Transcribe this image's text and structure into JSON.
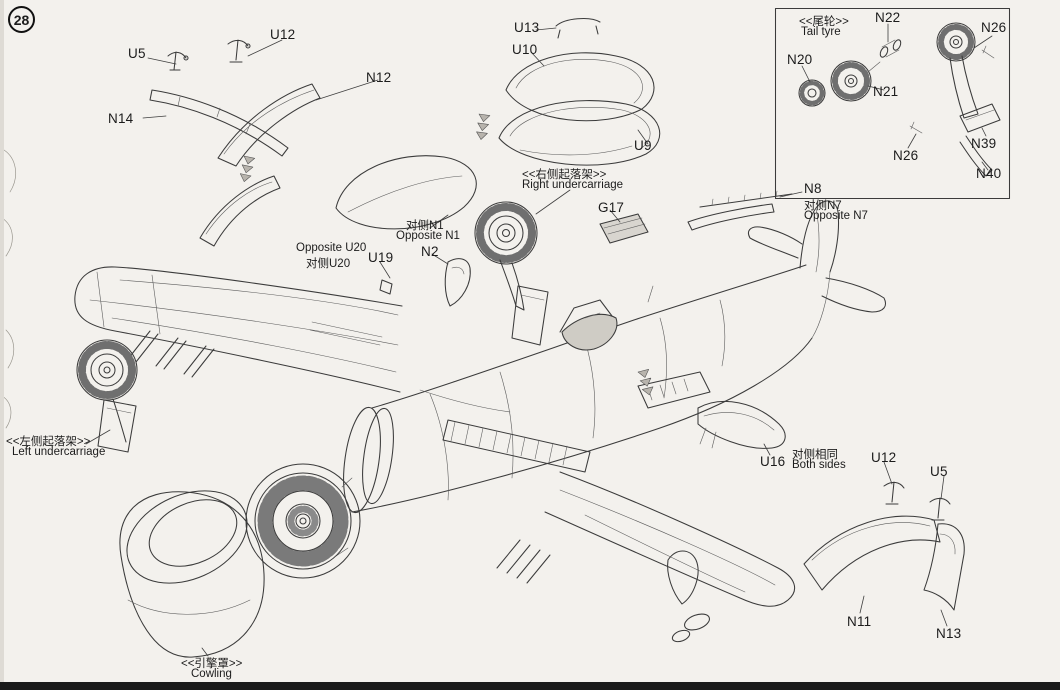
{
  "step_number": "28",
  "colors": {
    "paper": "#f3f1ed",
    "ink": "#2a2a2a",
    "bottom_band": "#1a1a1a"
  },
  "labels": {
    "u5_top": "U5",
    "u12_top": "U12",
    "n12": "N12",
    "n14": "N14",
    "u13": "U13",
    "u10": "U10",
    "u9": "U9",
    "g17": "G17",
    "n8": "N8",
    "u19": "U19",
    "n2": "N2",
    "u16": "U16",
    "u12_right": "U12",
    "u5_right": "U5",
    "n11": "N11",
    "n13": "N13"
  },
  "notes": {
    "right_undercarriage": {
      "cn": "<<右侧起落架>>",
      "en": "Right undercarriage"
    },
    "left_undercarriage": {
      "cn": "<<左侧起落架>>",
      "en": "Left undercarriage"
    },
    "cowling": {
      "cn": "<<引擎罩>>",
      "en": "Cowling"
    },
    "opposite_n1": {
      "cn": "对侧N1",
      "en": "Opposite N1"
    },
    "opposite_u20": {
      "en": "Opposite U20",
      "cn": "对侧U20"
    },
    "opposite_n7": {
      "cn": "对侧N7",
      "en": "Opposite N7"
    },
    "both_sides": {
      "cn": "对侧相同",
      "en": "Both sides"
    }
  },
  "inset": {
    "title": {
      "cn": "<<尾轮>>",
      "en": "Tail tyre"
    },
    "labels": {
      "n22": "N22",
      "n26_top": "N26",
      "n20": "N20",
      "n21": "N21",
      "n26_bottom": "N26",
      "n39": "N39",
      "n40": "N40"
    }
  }
}
